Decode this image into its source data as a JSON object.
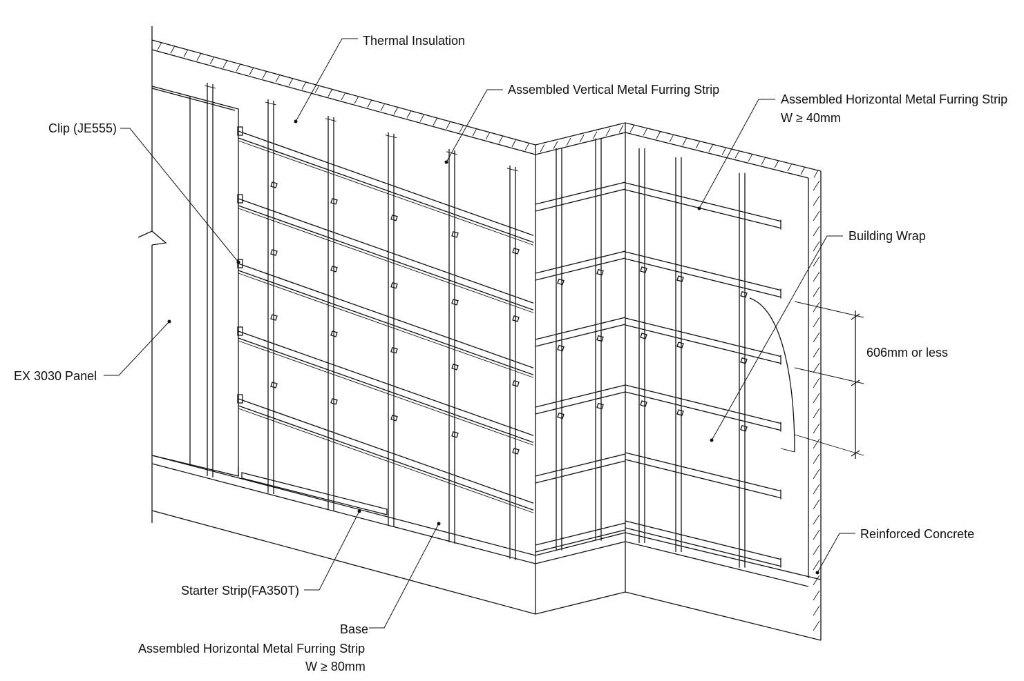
{
  "labels": {
    "thermal_insulation": "Thermal Insulation",
    "vertical_furring": "Assembled Vertical Metal Furring Strip",
    "horizontal_furring_top_line1": "Assembled Horizontal Metal Furring Strip",
    "horizontal_furring_top_line2": "W ≥ 40mm",
    "clip": "Clip (JE555)",
    "building_wrap": "Building Wrap",
    "spacing": "606mm or less",
    "panel": "EX 3030 Panel",
    "reinforced_concrete": "Reinforced Concrete",
    "starter_strip": "Starter Strip(FA350T)",
    "base": "Base",
    "horizontal_furring_bottom_line1": "Assembled Horizontal Metal Furring Strip",
    "horizontal_furring_bottom_line2": "W ≥ 80mm"
  },
  "colors": {
    "line": "#111111",
    "background": "#ffffff"
  }
}
